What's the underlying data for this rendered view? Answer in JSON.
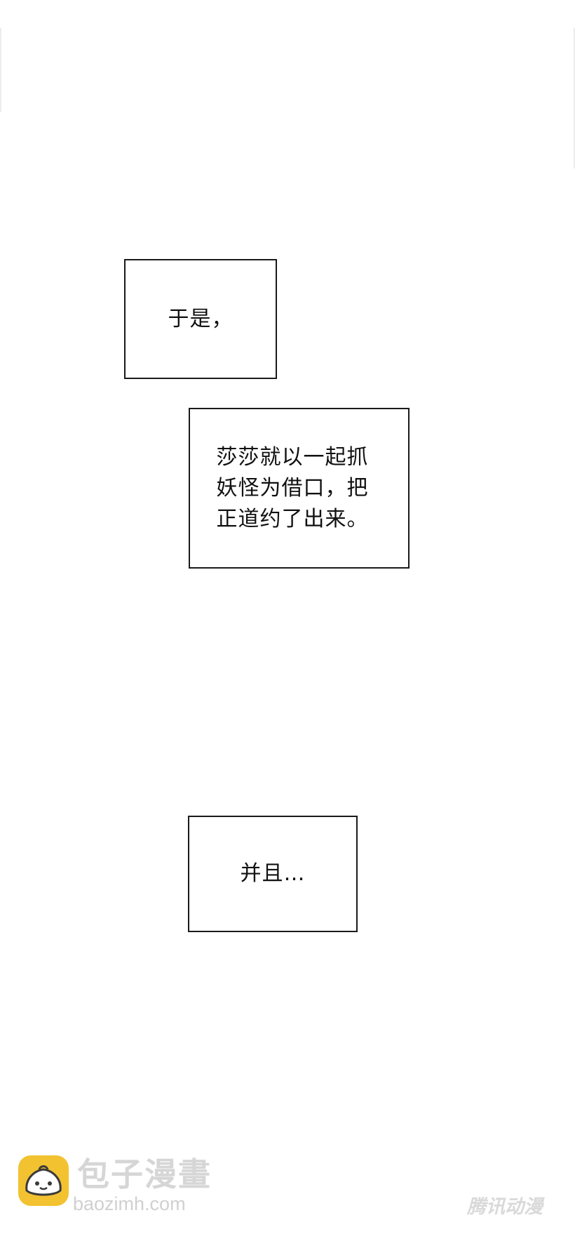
{
  "captions": {
    "first": "于是，",
    "second": "莎莎就以一起抓妖怪为借口，把正道约了出来。",
    "third": "并且…"
  },
  "site_logo": {
    "icon": "steamed-bun-icon",
    "title": "包子漫畫",
    "url": "baozimh.com",
    "badge_color": "#f2c230"
  },
  "watermark": {
    "text": "腾讯动漫"
  },
  "colors": {
    "background": "#ffffff",
    "box_border": "#1a1a1a",
    "text": "#111111"
  }
}
